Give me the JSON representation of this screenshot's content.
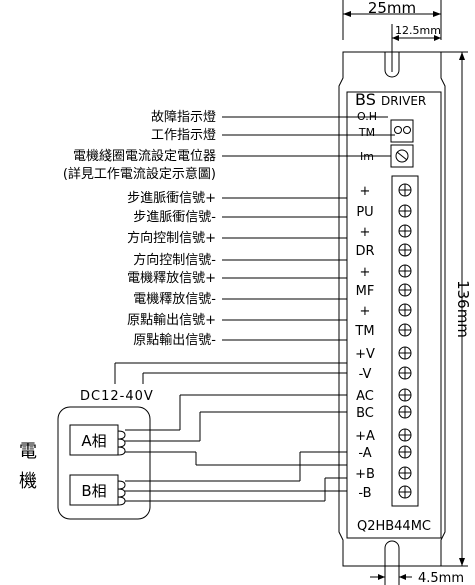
{
  "dimensions": {
    "width_top": "25mm",
    "width_inner": "12.5mm",
    "height": "136mm",
    "bottom_offset": "4.5mm"
  },
  "driver": {
    "brand": "BS",
    "brand_suffix": "DRIVER",
    "model": "Q2HB44MC",
    "indicators": [
      "O.H",
      "TM",
      "Im"
    ]
  },
  "left_labels": [
    "故障指示燈",
    "工作指示燈",
    "電機綫圈電流設定電位器",
    "(詳見工作電流設定示意圖)",
    "步進脈衝信號+",
    "步進脈衝信號-",
    "方向控制信號+",
    "方向控制信號-",
    "電機釋放信號+",
    "電機釋放信號-",
    "原點輸出信號+",
    "原點輸出信號-"
  ],
  "terminals": [
    "+",
    "PU",
    "+",
    "DR",
    "+",
    "MF",
    "+",
    "TM",
    "+V",
    "-V",
    "AC",
    "BC",
    "+A",
    "-A",
    "+B",
    "-B"
  ],
  "power": "DC12-40V",
  "motor": {
    "label_line1": "電",
    "label_line2": "機",
    "phase_a": "A相",
    "phase_b": "B相"
  }
}
